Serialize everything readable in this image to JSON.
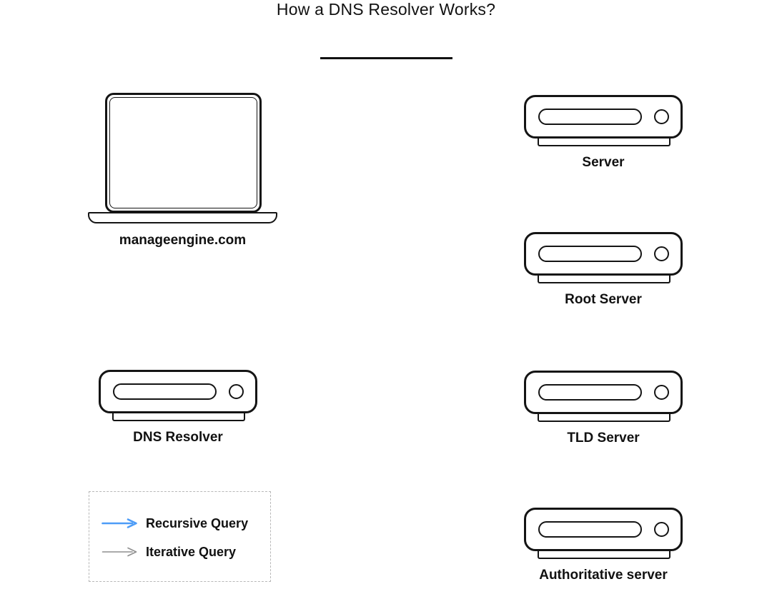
{
  "title": {
    "text": "How a DNS Resolver Works?"
  },
  "nodes": {
    "client": {
      "label": "manageengine.com",
      "icon": "laptop-icon"
    },
    "server": {
      "label": "Server",
      "icon": "server-icon"
    },
    "root_server": {
      "label": "Root Server",
      "icon": "server-icon"
    },
    "tld_server": {
      "label": "TLD Server",
      "icon": "server-icon"
    },
    "authoritative_server": {
      "label": "Authoritative server",
      "icon": "server-icon"
    },
    "dns_resolver": {
      "label": "DNS Resolver",
      "icon": "server-icon"
    }
  },
  "legend": {
    "items": [
      {
        "label": "Recursive Query",
        "icon": "arrow-right-icon",
        "arrow_color": "#4d9cf7"
      },
      {
        "label": "Iterative Query",
        "icon": "arrow-right-icon",
        "arrow_color": "#8f8f8f"
      }
    ]
  },
  "colors": {
    "background": "#ffffff",
    "stroke": "#141414",
    "text": "#111111",
    "recursive_query": "#4d9cf7",
    "iterative_query": "#8f8f8f",
    "legend_border": "#b8b8b8"
  }
}
